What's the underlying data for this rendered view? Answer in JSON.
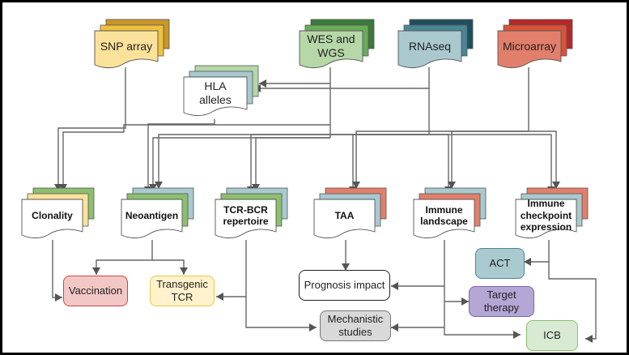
{
  "diagram": {
    "sources": [
      {
        "id": "snp",
        "label": "SNP array",
        "colors": [
          "#c9962a",
          "#efc13e",
          "#fbe29a"
        ]
      },
      {
        "id": "wes",
        "label": "WES and WGS",
        "label_lines": [
          "WES and",
          "WGS"
        ],
        "colors": [
          "#3b7a3a",
          "#6aab5a",
          "#b6d7a8"
        ]
      },
      {
        "id": "rna",
        "label": "RNAseq",
        "colors": [
          "#1f4f5e",
          "#4a8594",
          "#a9c9cf"
        ]
      },
      {
        "id": "micro",
        "label": "Microarray",
        "colors": [
          "#b82727",
          "#d9533a",
          "#e27f6a"
        ]
      }
    ],
    "hla": {
      "label": "HLA alleles",
      "label_lines": [
        "HLA",
        "alleles"
      ],
      "colors": [
        "#b6d7a8",
        "#a9c9cf",
        "#ffffff"
      ]
    },
    "analyses": [
      {
        "id": "clonality",
        "label": "Clonality",
        "colors": [
          "#8cbf6e",
          "#fbe29a",
          "#ffffff"
        ]
      },
      {
        "id": "neoantigen",
        "label": "Neoantigen",
        "colors": [
          "#a9c9cf",
          "#8cbf6e",
          "#ffffff"
        ]
      },
      {
        "id": "tcrbcr",
        "label": "TCR-BCR repertoire",
        "label_lines": [
          "TCR-BCR",
          "repertoire"
        ],
        "colors": [
          "#a9c9cf",
          "#8cbf6e",
          "#ffffff"
        ]
      },
      {
        "id": "taa",
        "label": "TAA",
        "colors": [
          "#e27f6a",
          "#a9c9cf",
          "#ffffff"
        ]
      },
      {
        "id": "immune",
        "label": "Immune landscape",
        "label_lines": [
          "Immune",
          "landscape"
        ],
        "colors": [
          "#a9c9cf",
          "#e27f6a",
          "#ffffff"
        ]
      },
      {
        "id": "checkpoint",
        "label": "Immune checkpoint expression",
        "label_lines": [
          "Immune",
          "checkpoint",
          "expression"
        ],
        "colors": [
          "#e27f6a",
          "#a9c9cf",
          "#ffffff"
        ]
      }
    ],
    "outcomes": [
      {
        "id": "vaccination",
        "label": "Vaccination",
        "fill": "#f4c7c7",
        "stroke": "#c9444a"
      },
      {
        "id": "transgenic",
        "label": "Transgenic TCR",
        "label_lines": [
          "Transgenic",
          "TCR"
        ],
        "fill": "#fff2cc",
        "stroke": "#e8c84a"
      },
      {
        "id": "prognosis",
        "label": "Prognosis impact",
        "fill": "#ffffff",
        "stroke": "#222222"
      },
      {
        "id": "mechanistic",
        "label": "Mechanistic studies",
        "label_lines": [
          "Mechanistic",
          "studies"
        ],
        "fill": "#d9d9d9",
        "stroke": "#777777"
      },
      {
        "id": "act",
        "label": "ACT",
        "fill": "#a9cbcf",
        "stroke": "#4a8594"
      },
      {
        "id": "target",
        "label": "Target therapy",
        "label_lines": [
          "Target",
          "therapy"
        ],
        "fill": "#b4a7d6",
        "stroke": "#7a62b0"
      },
      {
        "id": "icb",
        "label": "ICB",
        "fill": "#d9ead3",
        "stroke": "#8cbf6e"
      }
    ],
    "connector_color": "#666666"
  }
}
